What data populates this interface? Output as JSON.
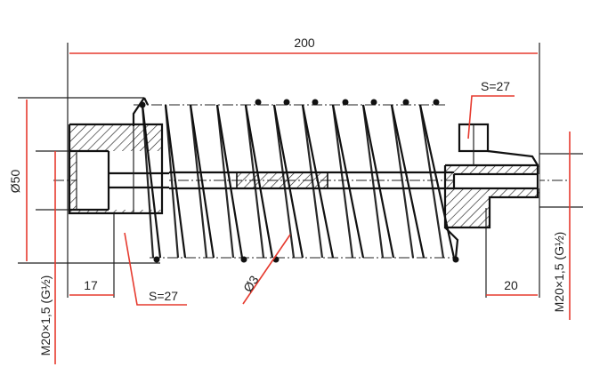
{
  "dimensions": {
    "overall_length": "200",
    "outer_diameter": "Ø50",
    "wire_diameter": "Ø3",
    "left_wrench": "S=27",
    "right_wrench": "S=27",
    "left_thread_length": "17",
    "right_thread_length": "20",
    "left_thread": "M20×1,5 (G½)",
    "right_thread": "M20×1,5 (G½)"
  },
  "colors": {
    "dimension": "#e63a2e",
    "outline": "#111111"
  }
}
